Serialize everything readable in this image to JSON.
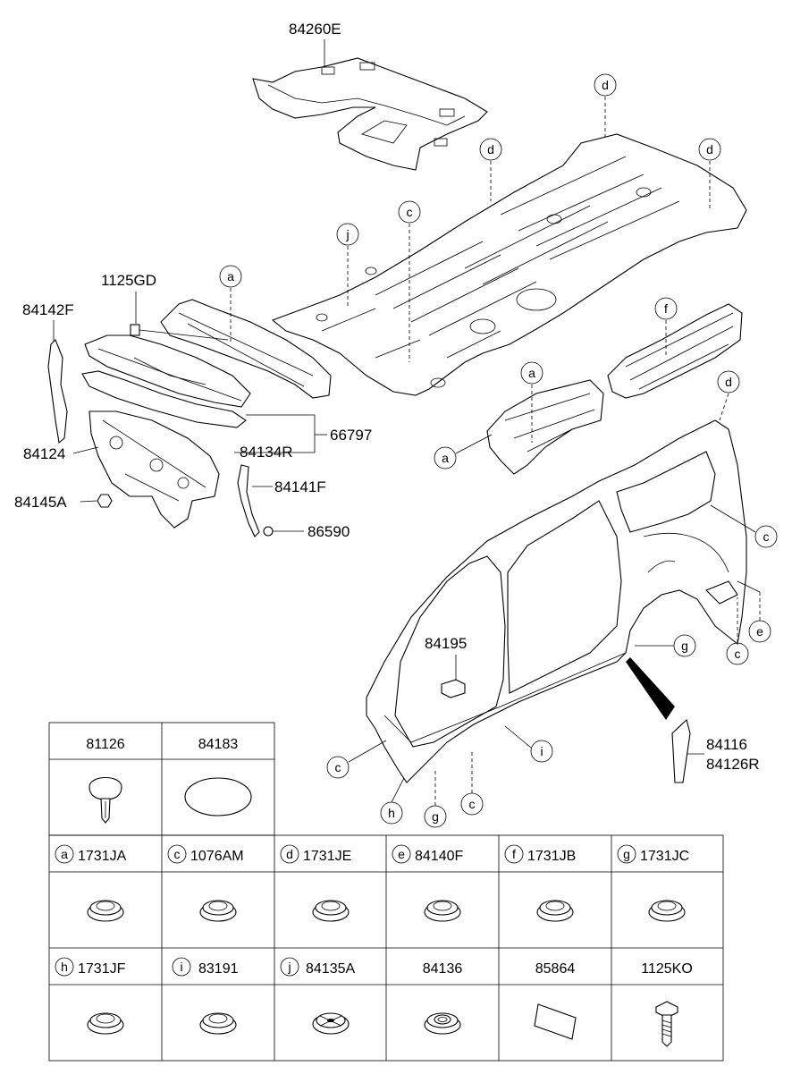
{
  "part_labels": {
    "p84260E": "84260E",
    "p1125GD": "1125GD",
    "p84142F": "84142F",
    "p84124": "84124",
    "p84145A": "84145A",
    "p66797": "66797",
    "p84134R": "84134R",
    "p84141F": "84141F",
    "p86590": "86590",
    "p84195": "84195",
    "p84116": "84116",
    "p84126R": "84126R"
  },
  "callouts": {
    "a": "a",
    "c": "c",
    "d": "d",
    "e": "e",
    "f": "f",
    "g": "g",
    "h": "h",
    "i": "i",
    "j": "j"
  },
  "legend_top": [
    {
      "code": "81126",
      "icon": "clip-icon"
    },
    {
      "code": "84183",
      "icon": "oval-pad-icon"
    }
  ],
  "legend_row1": [
    {
      "letter": "a",
      "code": "1731JA",
      "icon": "plug-icon"
    },
    {
      "letter": "c",
      "code": "1076AM",
      "icon": "plug-icon"
    },
    {
      "letter": "d",
      "code": "1731JE",
      "icon": "plug-icon"
    },
    {
      "letter": "e",
      "code": "84140F",
      "icon": "plug-icon"
    },
    {
      "letter": "f",
      "code": "1731JB",
      "icon": "plug-icon"
    },
    {
      "letter": "g",
      "code": "1731JC",
      "icon": "plug-icon"
    }
  ],
  "legend_row2": [
    {
      "letter": "h",
      "code": "1731JF",
      "icon": "plug-icon"
    },
    {
      "letter": "i",
      "code": "83191",
      "icon": "plug-icon"
    },
    {
      "letter": "j",
      "code": "84135A",
      "icon": "ribbed-plug-icon"
    },
    {
      "letter": "",
      "code": "84136",
      "icon": "grommet-icon"
    },
    {
      "letter": "",
      "code": "85864",
      "icon": "pad-icon"
    },
    {
      "letter": "",
      "code": "1125KO",
      "icon": "bolt-icon"
    }
  ]
}
